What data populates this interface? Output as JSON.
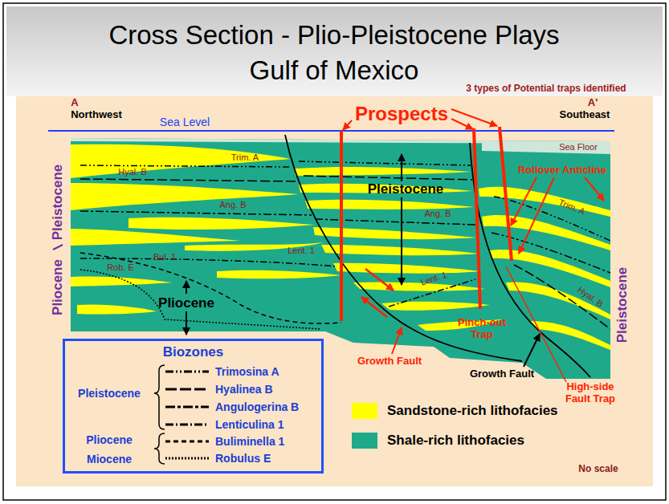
{
  "diagram": {
    "title": "Cross Section - Plio-Pleistocene Plays Gulf of Mexico",
    "nodes": [
      {
        "text": [
          "Biozones"
        ]
      }
    ],
    "labels": [
      "3 types of Potential traps identified",
      "A",
      "Northwest",
      "Sea Level",
      "Prospects",
      "A'",
      "Southeast",
      "Sea Floor",
      "Trim. A",
      "Hyal. B",
      "Rollover Anticline",
      "Pleistocene",
      "Ang. B",
      "Ang. B",
      "Trim. A",
      "Pliocene",
      "Pleistocene",
      "Lent. 1",
      "Bul. 1",
      "Lent. 1",
      "Hyal. B",
      "Rob. E",
      "Pliocene",
      "Pleistocene",
      "Pinch-out Trap",
      "Growth Fault",
      "Growth Fault",
      "High-side Fault Trap",
      "Pleistocene",
      "Pliocene",
      "Miocene",
      "No scale"
    ],
    "legend": [
      {
        "text": "Trimosina A"
      },
      {
        "text": "Hyalinea B"
      },
      {
        "text": "Angulogerina B"
      },
      {
        "text": "Lenticulina 1"
      },
      {
        "text": "Buliminella 1"
      },
      {
        "text": "Robulus E"
      },
      {
        "text": "Sandstone-rich lithofacies",
        "color": "#ffff00"
      },
      {
        "text": "Shale-rich lithofacies",
        "color": "#1fa98b"
      }
    ]
  }
}
